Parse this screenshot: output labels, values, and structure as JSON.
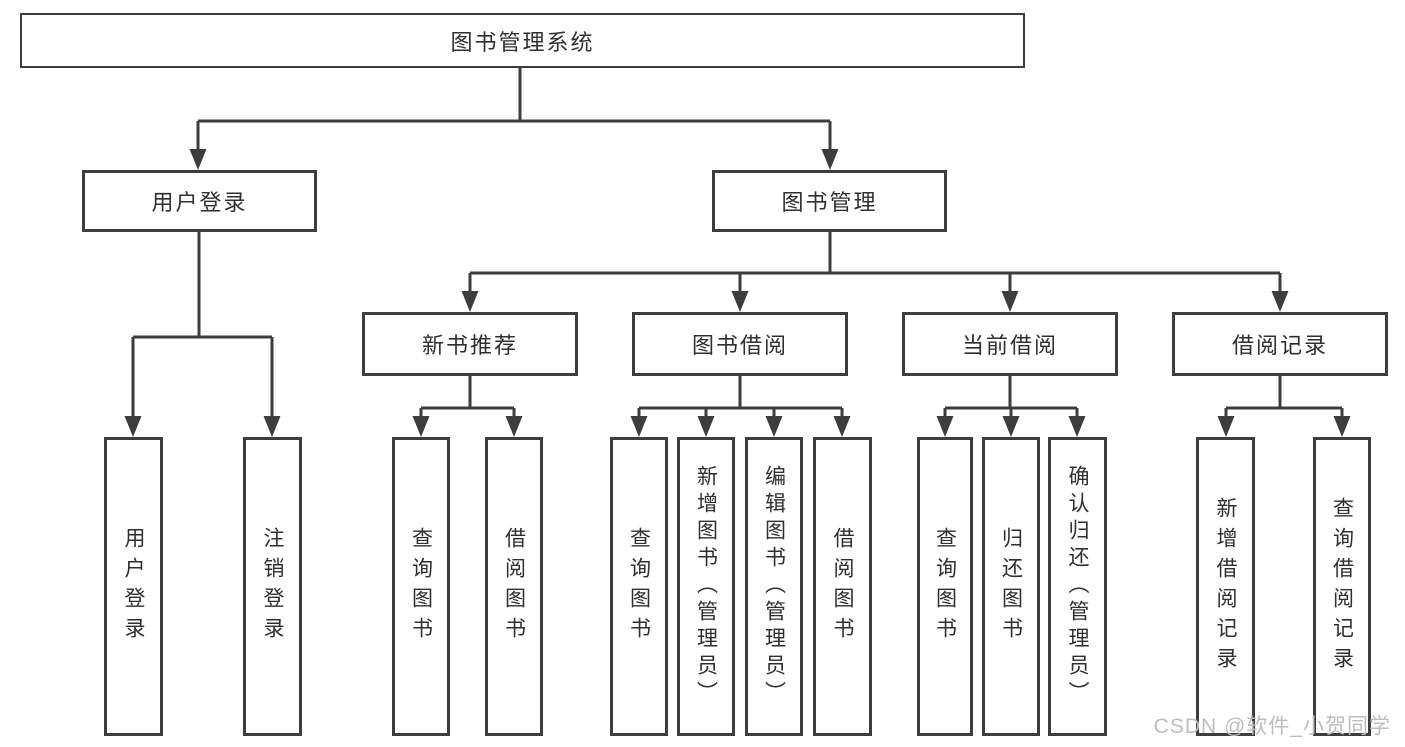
{
  "title": "图书管理系统",
  "watermark": "CSDN @软件_小贺同学",
  "colors": {
    "line": "#3d3d3d",
    "box_border": "#3d3d3d",
    "text": "#2f2f2f",
    "watermark": "#bdbdbd",
    "background": "#ffffff"
  },
  "tree": {
    "root": {
      "label": "图书管理系统",
      "children": [
        {
          "label": "用户登录",
          "children": [
            {
              "label": "用户登录"
            },
            {
              "label": "注销登录"
            }
          ]
        },
        {
          "label": "图书管理",
          "children": [
            {
              "label": "新书推荐",
              "children": [
                {
                  "label": "查询图书"
                },
                {
                  "label": "借阅图书"
                }
              ]
            },
            {
              "label": "图书借阅",
              "children": [
                {
                  "label": "查询图书"
                },
                {
                  "label": "新增图书（管理员）"
                },
                {
                  "label": "编辑图书（管理员）"
                },
                {
                  "label": "借阅图书"
                }
              ]
            },
            {
              "label": "当前借阅",
              "children": [
                {
                  "label": "查询图书"
                },
                {
                  "label": "归还图书"
                },
                {
                  "label": "确认归还（管理员）"
                }
              ]
            },
            {
              "label": "借阅记录",
              "children": [
                {
                  "label": "新增借阅记录"
                },
                {
                  "label": "查询借阅记录"
                }
              ]
            }
          ]
        }
      ]
    }
  }
}
